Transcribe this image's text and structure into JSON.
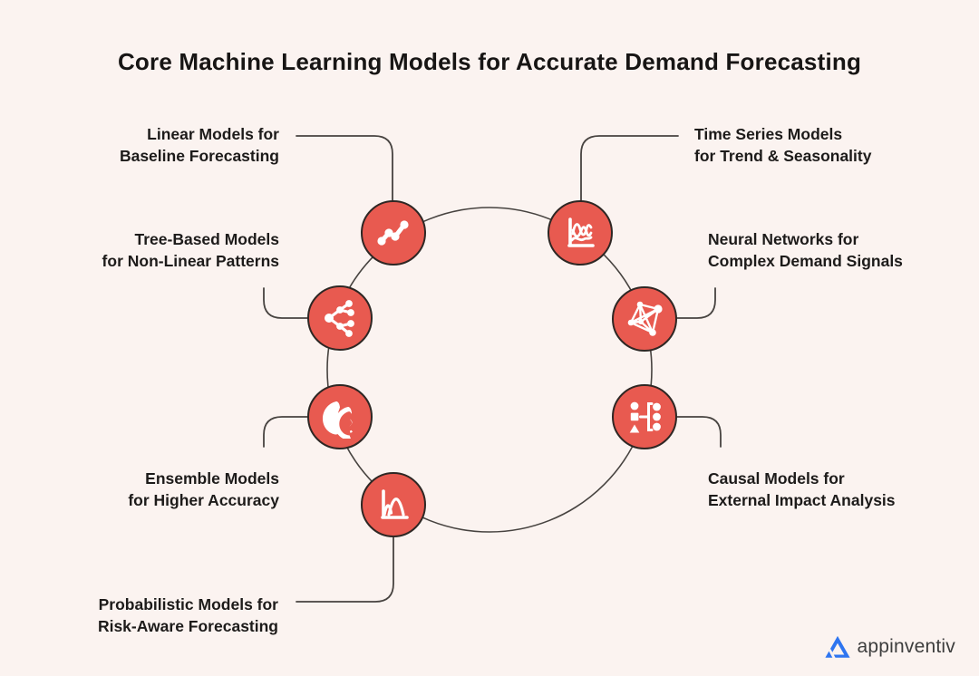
{
  "title": "Core Machine Learning Models for Accurate Demand Forecasting",
  "colors": {
    "background": "#FBF3F0",
    "accent_red": "#E85A50",
    "icon_border": "#2E2724",
    "line": "#474340",
    "text": "#1D1B1A",
    "logo_blue": "#2E75F0",
    "logo_text": "#3D3D3D"
  },
  "nodes": [
    {
      "id": "linear",
      "label": "Linear Models for\nBaseline Forecasting",
      "icon": "trend-line-icon"
    },
    {
      "id": "time_series",
      "label": "Time Series Models\nfor Trend & Seasonality",
      "icon": "time-series-chart-icon"
    },
    {
      "id": "tree_based",
      "label": "Tree-Based Models\nfor Non-Linear Patterns",
      "icon": "tree-branches-icon"
    },
    {
      "id": "neural",
      "label": "Neural Networks for\nComplex Demand Signals",
      "icon": "neural-network-icon"
    },
    {
      "id": "ensemble",
      "label": "Ensemble Models\nfor Higher Accuracy",
      "icon": "profile-faces-icon"
    },
    {
      "id": "causal",
      "label": "Causal Models for\nExternal Impact Analysis",
      "icon": "shapes-mapping-icon"
    },
    {
      "id": "probabilistic",
      "label": "Probabilistic Models for\nRisk-Aware Forecasting",
      "icon": "bell-curves-icon"
    }
  ],
  "logo": {
    "brand": "appinventiv",
    "icon": "appinventiv-triangle-icon"
  }
}
